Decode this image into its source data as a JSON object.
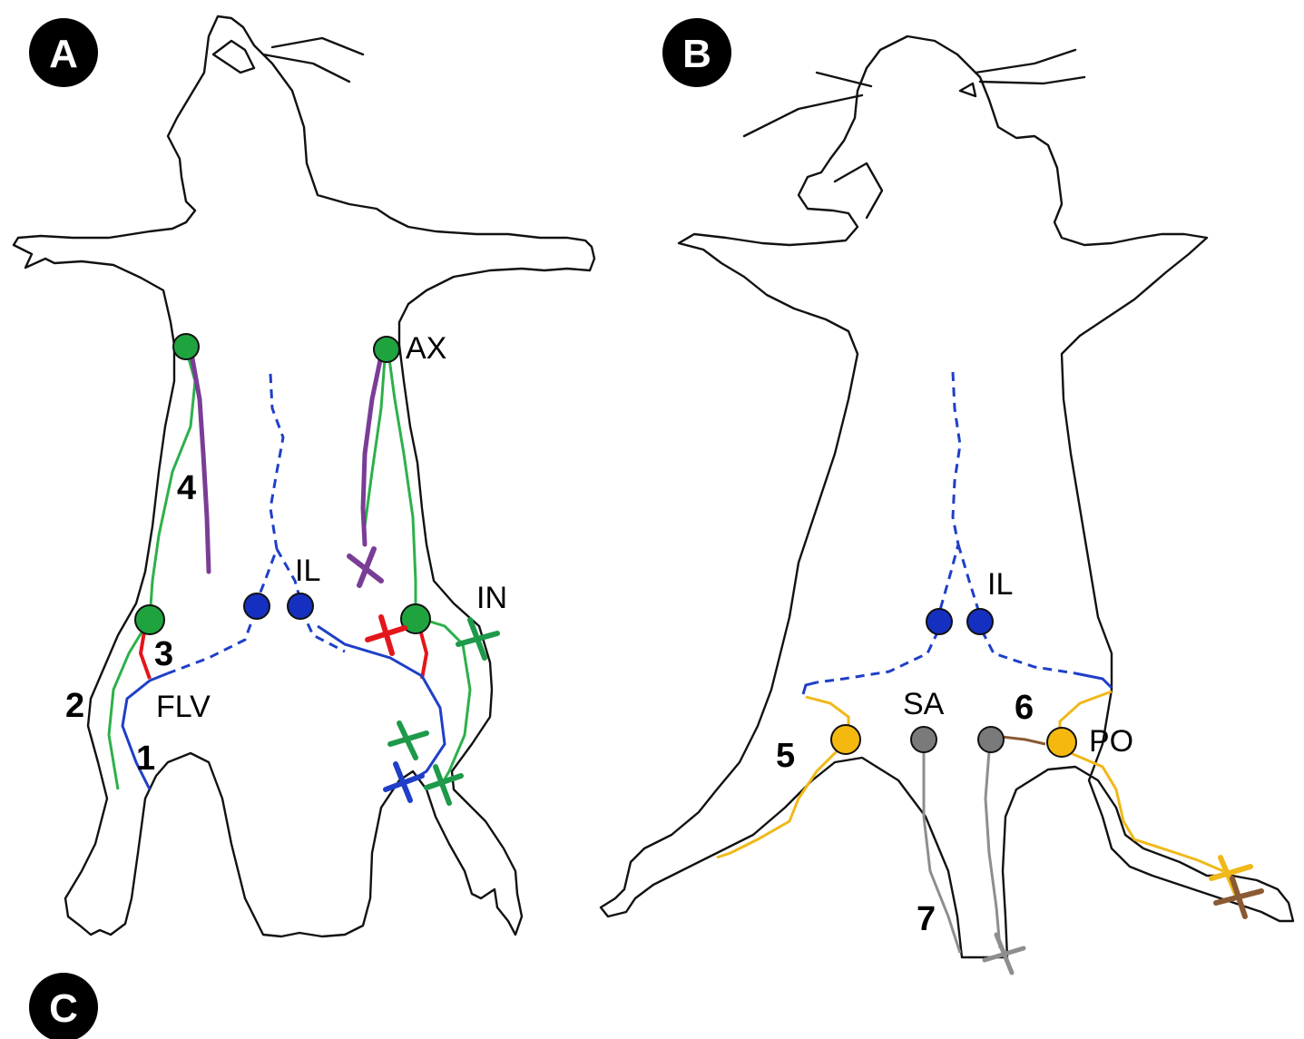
{
  "panels": [
    {
      "letter": "A"
    },
    {
      "letter": "B"
    },
    {
      "letter": "C"
    }
  ],
  "labels_a": {
    "ax": "AX",
    "il": "IL",
    "in": "IN",
    "flv": "FLV",
    "n1": "1",
    "n2": "2",
    "n3": "3",
    "n4": "4"
  },
  "labels_b": {
    "il": "IL",
    "sa": "SA",
    "po": "PO",
    "n5": "5",
    "n6": "6",
    "n7": "7"
  },
  "colors": {
    "green": "#2db04b",
    "node_green": "#1fa33f",
    "blue": "#1f3fc8",
    "node_blue": "#1530c0",
    "red": "#e3161b",
    "purple": "#7a3d96",
    "gold": "#f0b81a",
    "node_gold": "#f5b80f",
    "grey": "#8e8e8e",
    "node_grey": "#7a7a7a",
    "brown": "#8a5a32",
    "x_green": "#1e9a4a"
  }
}
